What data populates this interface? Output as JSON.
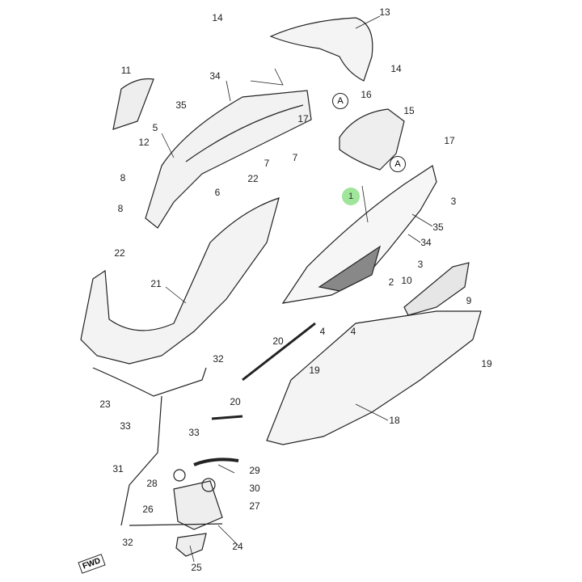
{
  "diagram": {
    "labels": [
      "14",
      "13",
      "14",
      "11",
      "34",
      "35",
      "16",
      "15",
      "17",
      "17",
      "5",
      "12",
      "7",
      "7",
      "8",
      "22",
      "6",
      "3",
      "8",
      "35",
      "34",
      "22",
      "3",
      "2",
      "10",
      "21",
      "9",
      "4",
      "4",
      "20",
      "19",
      "32",
      "19",
      "23",
      "18",
      "20",
      "33",
      "33",
      "31",
      "29",
      "28",
      "30",
      "26",
      "27",
      "32",
      "24",
      "25"
    ],
    "reference_marks": [
      "A",
      "A"
    ],
    "highlighted_part": "1",
    "direction_mark": "FWD",
    "highlight_color": "#9fe59a"
  }
}
